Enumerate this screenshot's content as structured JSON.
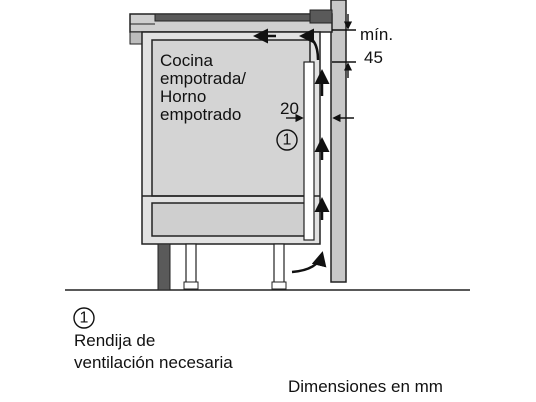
{
  "appliance_label": [
    "Cocina",
    "empotrada/",
    "Horno",
    "empotrado"
  ],
  "clearance_label": [
    "mín.",
    "45"
  ],
  "gap_label": "20",
  "marker_number": "1",
  "legend": {
    "marker_number": "1",
    "text": [
      "Rendija de",
      "ventilación necesaria"
    ]
  },
  "units_note": "Dimensiones en mm",
  "colors": {
    "outline": "#222222",
    "wall_fill": "#c8c8c8",
    "panel_fill": "#d4d4d4",
    "dark_fill": "#5a5a5a",
    "worktop_light": "#e6e6e6"
  }
}
